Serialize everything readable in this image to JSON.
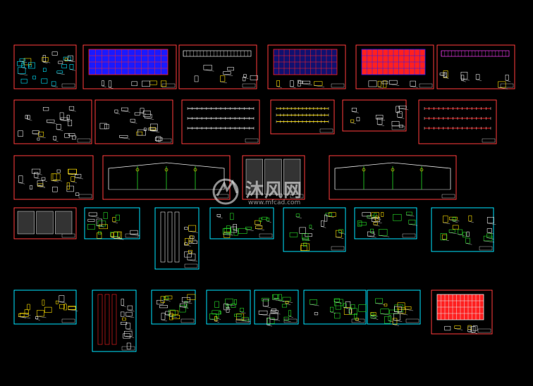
{
  "watermark": {
    "title": "沐风网",
    "url": "www.mfcad.com"
  },
  "colors": {
    "background": "#000000",
    "red_frame": "#ff3b3b",
    "cyan_frame": "#00e5ff",
    "white_line": "#e8e8e8",
    "blue_fill": "#1a1aff",
    "red_fill": "#ff2020",
    "yellow": "#ffe000",
    "green": "#28e028",
    "magenta": "#ff40ff"
  },
  "sheets": [
    {
      "frame": "red",
      "style": "table-notes"
    },
    {
      "frame": "red",
      "style": "plan-blue-grid"
    },
    {
      "frame": "red",
      "style": "elevation"
    },
    {
      "frame": "red",
      "style": "plan-blue-red"
    },
    {
      "frame": "red",
      "style": "plan-red"
    },
    {
      "frame": "red",
      "style": "elevation-magenta"
    },
    {
      "frame": "red",
      "style": "details"
    },
    {
      "frame": "red",
      "style": "details"
    },
    {
      "frame": "red",
      "style": "long-section"
    },
    {
      "frame": "red",
      "style": "long-section-yellow"
    },
    {
      "frame": "red",
      "style": "details-small"
    },
    {
      "frame": "red",
      "style": "long-section-red"
    },
    {
      "frame": "red",
      "style": "details"
    },
    {
      "frame": "red",
      "style": "portal-frame"
    },
    {
      "frame": "red",
      "style": "three-panel"
    },
    {
      "frame": "red",
      "style": "portal-frame"
    },
    {
      "frame": "red",
      "style": "three-panel"
    },
    {
      "frame": "cyan",
      "style": "details-green"
    },
    {
      "frame": "cyan",
      "style": "column-tall"
    },
    {
      "frame": "cyan",
      "style": "details-green"
    },
    {
      "frame": "cyan",
      "style": "details-green"
    },
    {
      "frame": "cyan",
      "style": "details-green"
    },
    {
      "frame": "cyan",
      "style": "details-green"
    },
    {
      "frame": "cyan",
      "style": "details-yellow"
    },
    {
      "frame": "cyan",
      "style": "column-tall-red"
    },
    {
      "frame": "cyan",
      "style": "details-green"
    },
    {
      "frame": "cyan",
      "style": "details-green"
    },
    {
      "frame": "cyan",
      "style": "details-green"
    },
    {
      "frame": "cyan",
      "style": "details-green"
    },
    {
      "frame": "cyan",
      "style": "details-green"
    },
    {
      "frame": "red",
      "style": "plan-red-small"
    }
  ]
}
